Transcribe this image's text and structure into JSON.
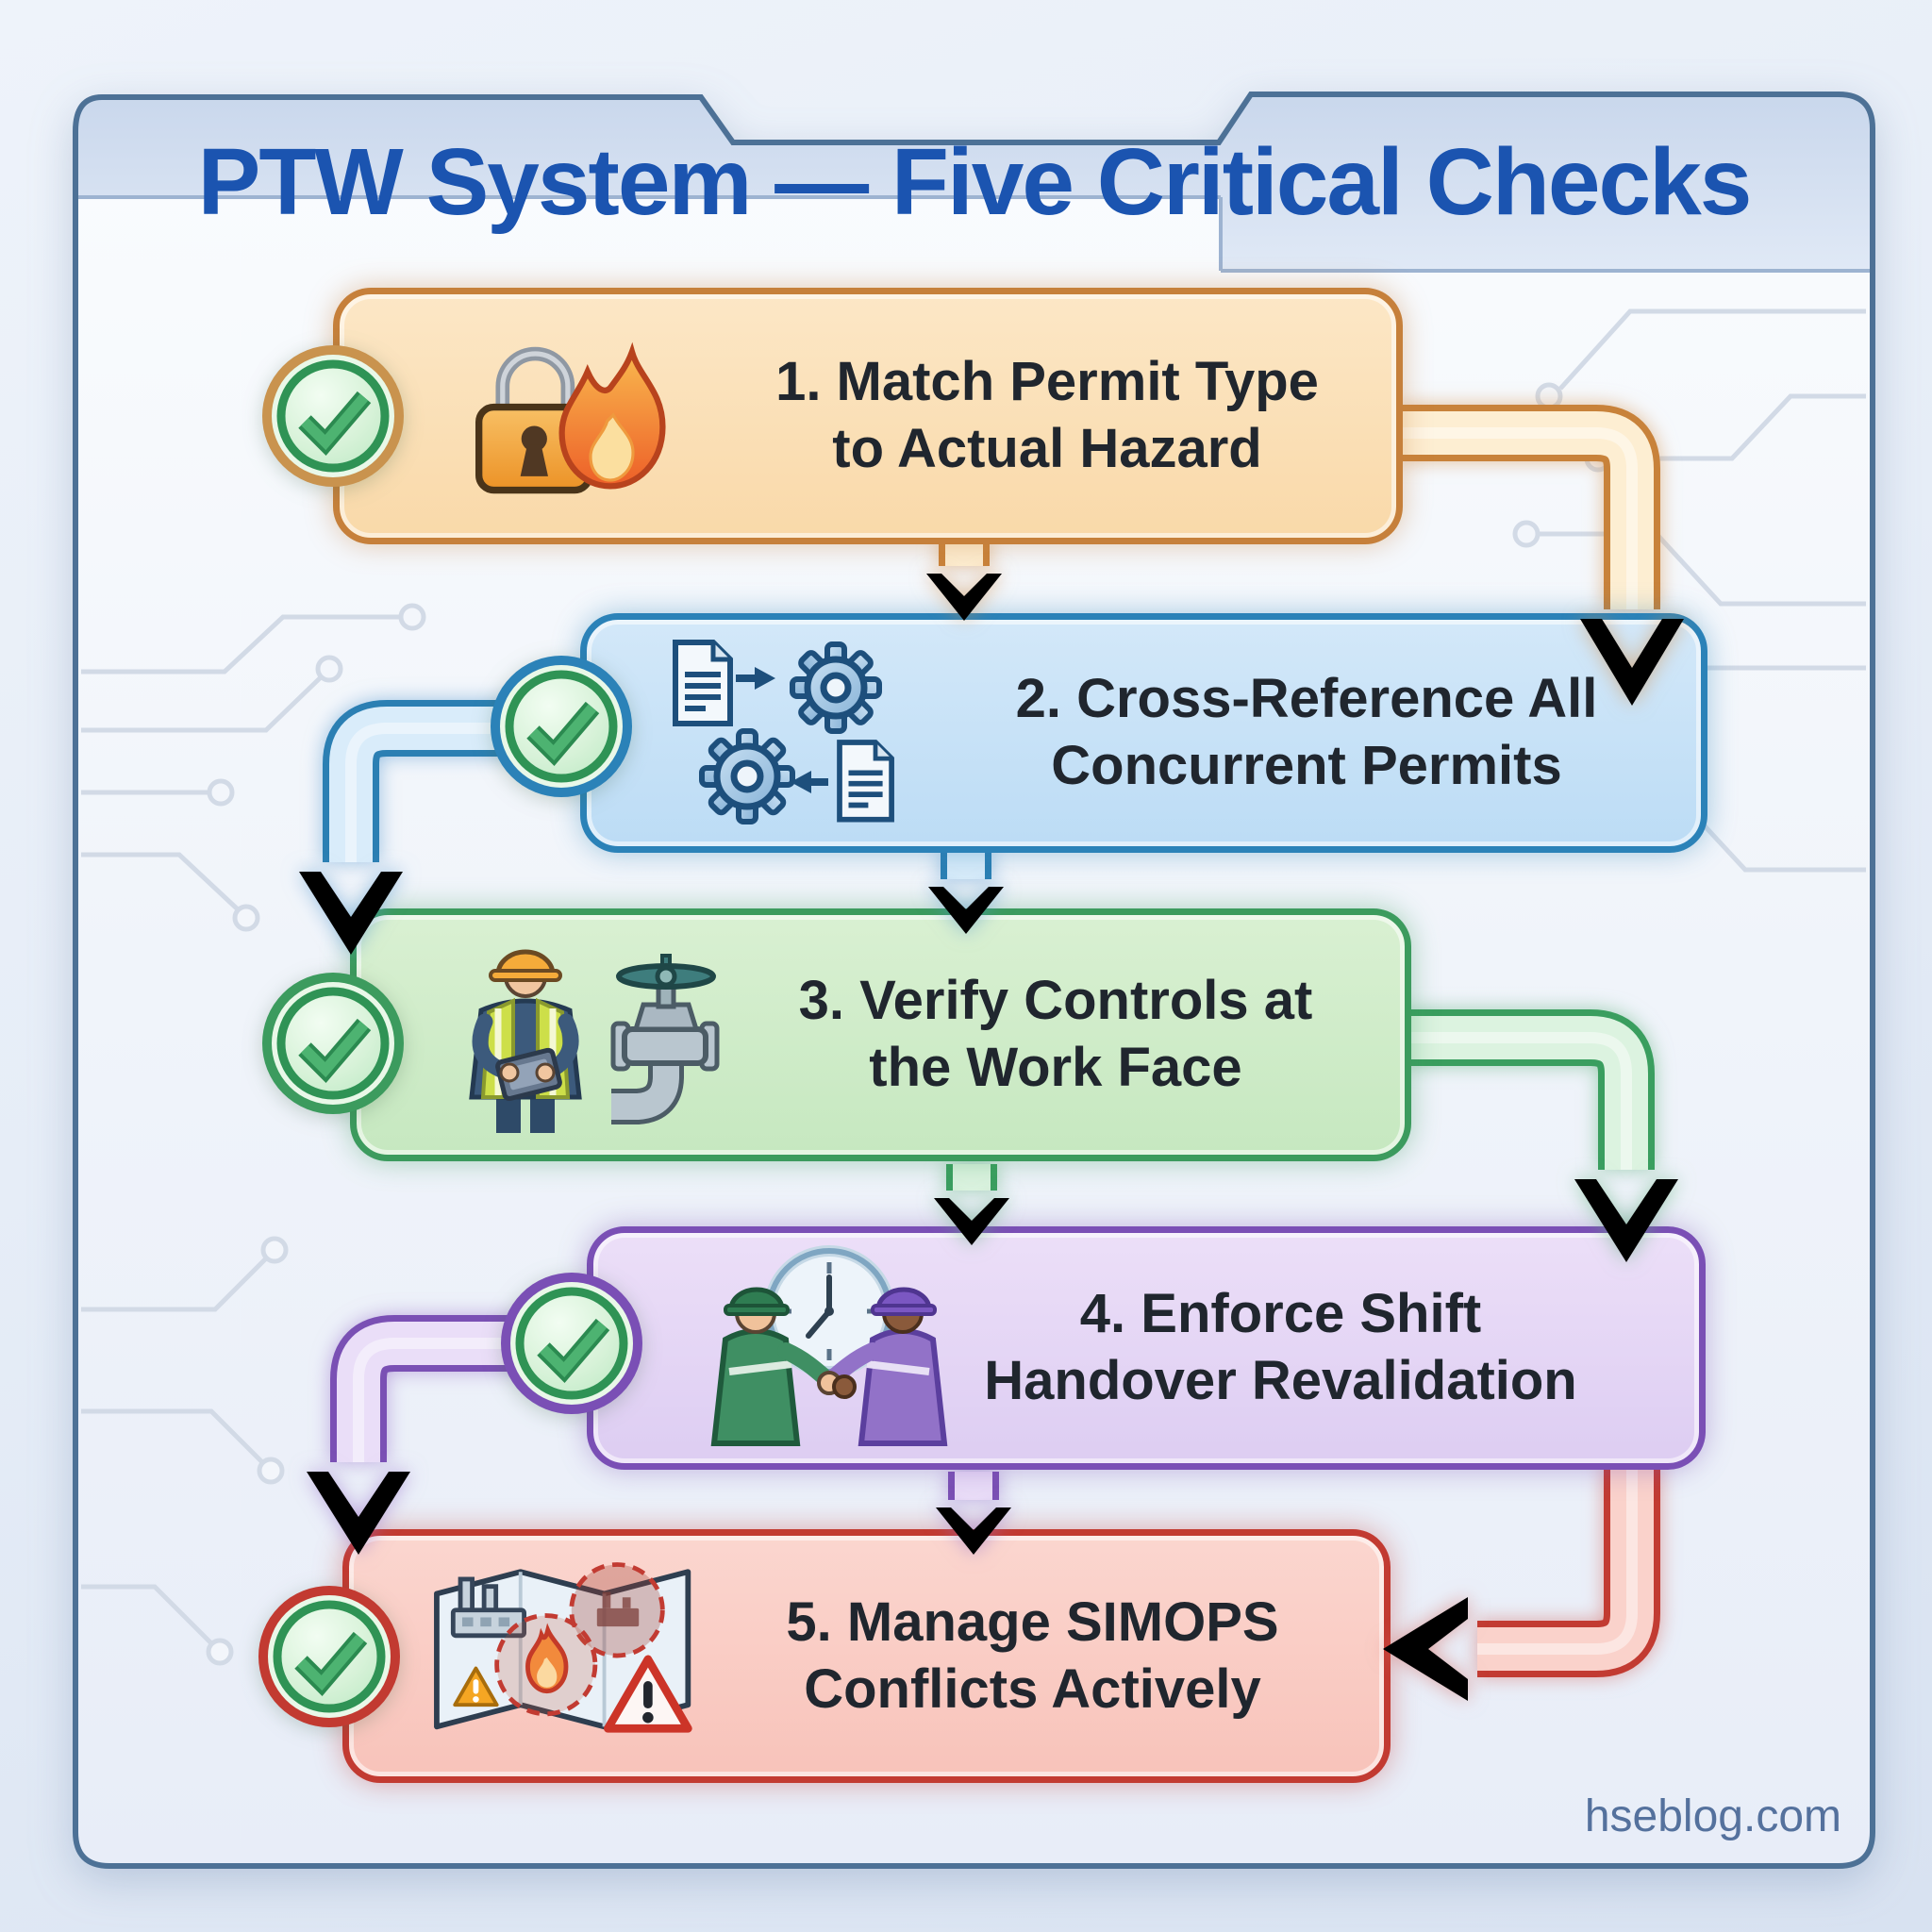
{
  "page": {
    "title": "PTW System — Five Critical Checks",
    "watermark": "hseblog.com"
  },
  "steps": [
    {
      "line1": "1. Match Permit Type",
      "line2": "to Actual Hazard",
      "accent_color": "#c6803b",
      "fill_color": "#f9dcae",
      "icons": [
        "check-icon",
        "padlock-icon",
        "flame-icon"
      ]
    },
    {
      "line1": "2. Cross-Reference All",
      "line2": "Concurrent Permits",
      "accent_color": "#2b82b8",
      "fill_color": "#c8e2f7",
      "icons": [
        "check-icon",
        "document-icon",
        "gear-icon"
      ]
    },
    {
      "line1": "3. Verify Controls at",
      "line2": "the Work Face",
      "accent_color": "#3c9b5e",
      "fill_color": "#cfecc9",
      "icons": [
        "check-icon",
        "field-worker-icon",
        "valve-icon"
      ]
    },
    {
      "line1": "4. Enforce Shift",
      "line2": "Handover Revalidation",
      "accent_color": "#7a4fb5",
      "fill_color": "#e5d7f5",
      "icons": [
        "check-icon",
        "handshake-icon",
        "clock-icon"
      ]
    },
    {
      "line1": "5. Manage SIMOPS",
      "line2": "Conflicts Actively",
      "accent_color": "#c23a31",
      "fill_color": "#facdc5",
      "icons": [
        "check-icon",
        "site-map-icon",
        "warning-triangle-icon"
      ]
    }
  ],
  "flow": {
    "direction": "top-down",
    "connections": [
      "step1→step2",
      "step2→step3",
      "step3→step4",
      "step4→step5"
    ]
  },
  "colors": {
    "title": "#1b54b0",
    "watermark": "#54719d",
    "body_text": "#20262e",
    "frame_border": "#4d7196",
    "frame_bar": "#c9d7ec"
  }
}
